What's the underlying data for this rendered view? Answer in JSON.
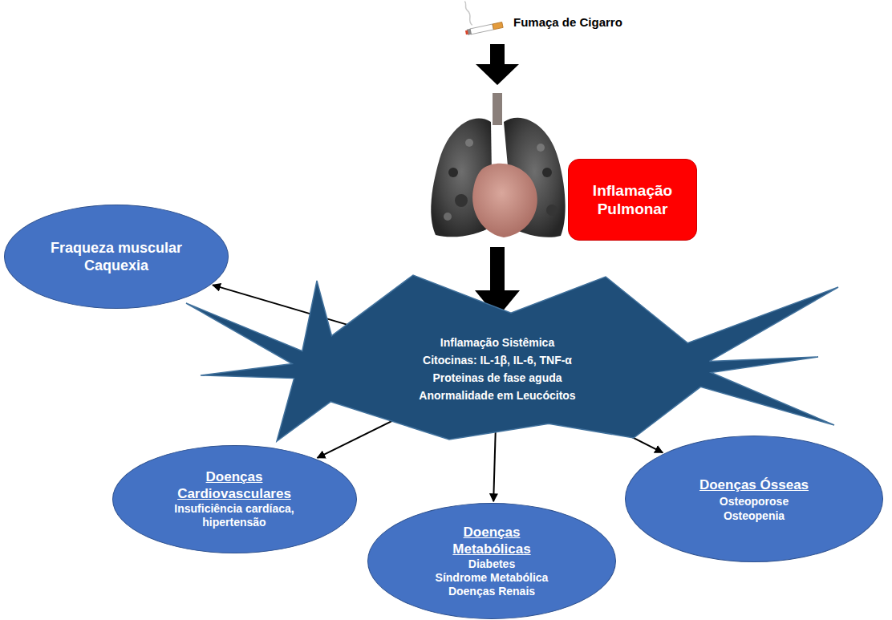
{
  "diagram": {
    "nodes": [
      {
        "text": [
          "Inflamação Pulmonar"
        ]
      },
      {
        "text": [
          "Fraqueza muscular",
          "Caquexia"
        ]
      },
      {
        "text": [
          "Inflamação Sistêmica",
          "Citocinas: IL-1β, IL-6, TNF-α",
          "Proteinas de fase aguda",
          "Anormalidade em Leucócitos"
        ]
      },
      {
        "text": [
          "Doenças Cardiovasculares",
          "Insuficiência cardíaca, hipertensão"
        ]
      },
      {
        "text": [
          "Doenças Metabólicas",
          "Diabetes",
          "Síndrome Metabólica",
          "Doenças Renais"
        ]
      },
      {
        "text": [
          "Doenças Ósseas",
          "Osteoporose",
          "Osteopenia"
        ]
      }
    ],
    "edges": [
      {
        "from": 2,
        "to": 1,
        "arrow": "to"
      },
      {
        "from": 2,
        "to": 3,
        "arrow": "to"
      },
      {
        "from": 2,
        "to": 4,
        "arrow": "to"
      },
      {
        "from": 2,
        "to": 5,
        "arrow": "to"
      }
    ],
    "labels": [
      "Fumaça de Cigarro"
    ]
  }
}
